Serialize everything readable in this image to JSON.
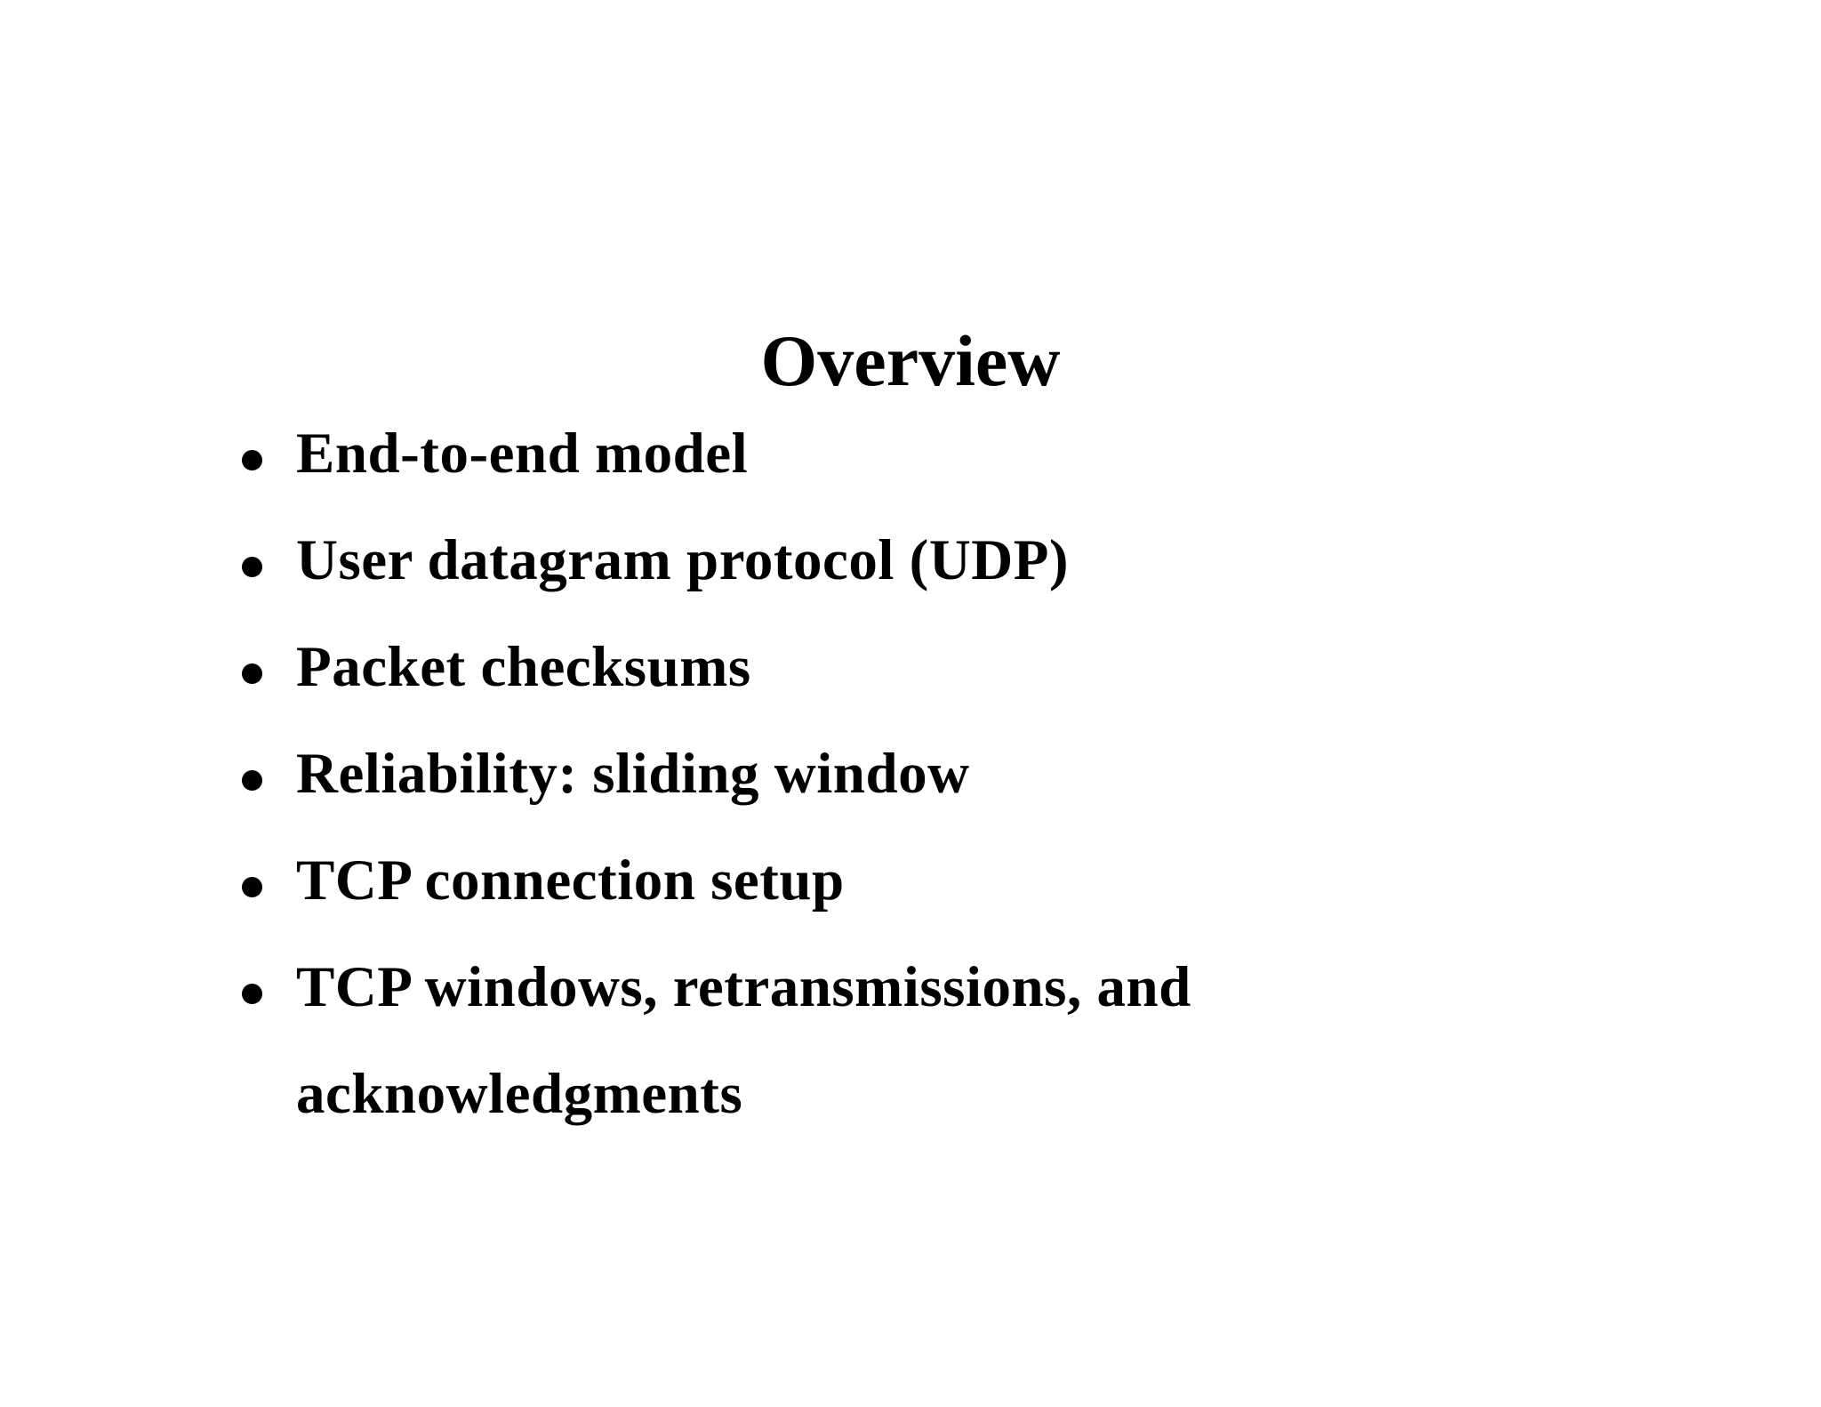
{
  "page": {
    "background_color": "#ffffff",
    "text_color": "#000000"
  },
  "slide": {
    "title": "Overview",
    "bullet_marker": "filled-circle",
    "bullets": [
      "End-to-end model",
      "User datagram protocol (UDP)",
      "Packet checksums",
      "Reliability: sliding window",
      "TCP connection setup",
      "TCP windows, retransmissions, and acknowledgments"
    ]
  }
}
